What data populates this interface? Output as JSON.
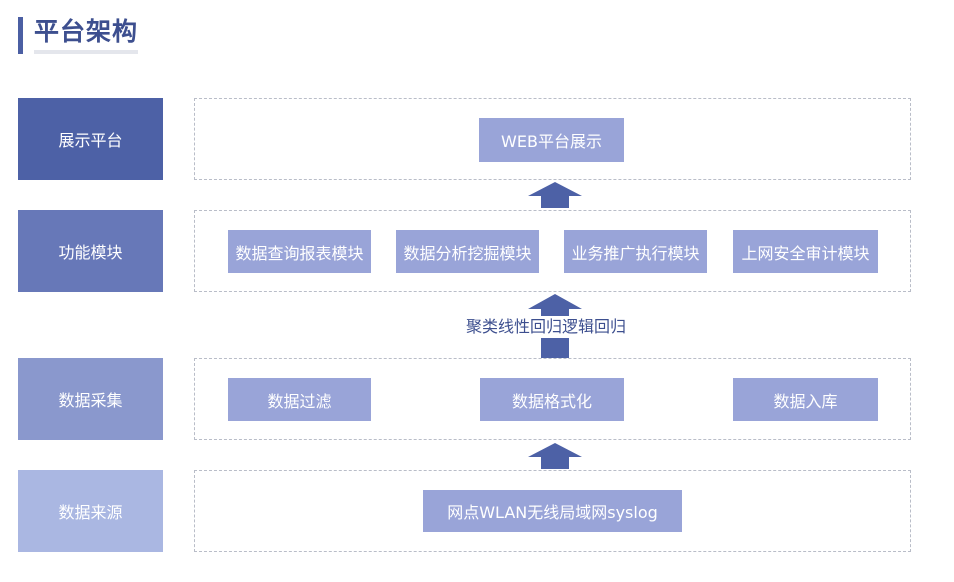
{
  "header": {
    "title": "平台架构"
  },
  "layers": {
    "display": {
      "label": "展示平台",
      "modules": [
        "WEB平台展示"
      ]
    },
    "function": {
      "label": "功能模块",
      "modules": [
        "数据查询报表模块",
        "数据分析挖掘模块",
        "业务推广执行模块",
        "上网安全审计模块"
      ]
    },
    "collection": {
      "label": "数据采集",
      "modules": [
        "数据过滤",
        "数据格式化",
        "数据入库"
      ]
    },
    "source": {
      "label": "数据来源",
      "modules": [
        "网点WLAN无线局域网syslog"
      ]
    }
  },
  "connector": {
    "algorithm_label": "聚类线性回归逻辑回归"
  },
  "colors": {
    "title": "#3d4f8f",
    "layer_display": "#4d61a6",
    "layer_function": "#6778b8",
    "layer_collection": "#8a98cd",
    "layer_source": "#aab7e2",
    "module": "#99a4d8",
    "arrow": "#4d61a6",
    "dashed_border": "#b9bdc8"
  }
}
